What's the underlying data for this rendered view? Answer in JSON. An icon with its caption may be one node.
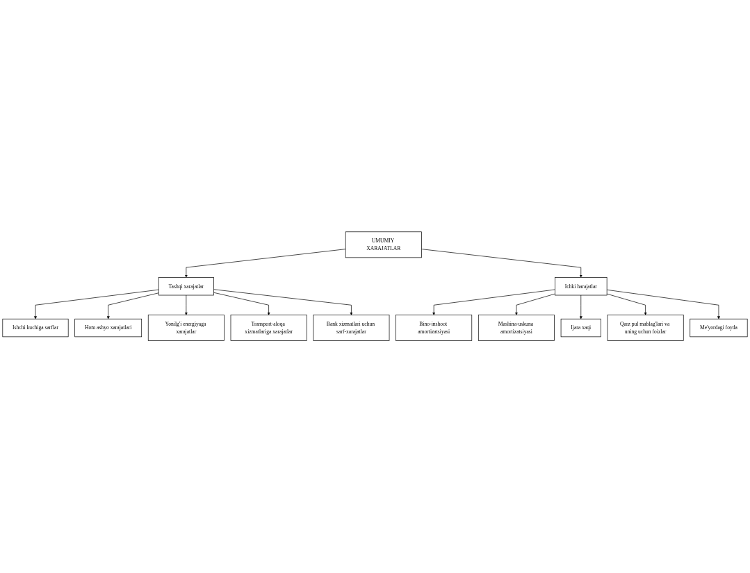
{
  "diagram": {
    "nodes": [
      {
        "text": [
          "UMUMIY XARAJATLAR"
        ]
      },
      {
        "text": [
          "Tashqi xarajatlar"
        ]
      },
      {
        "text": [
          "Ichki harajatlar"
        ]
      },
      {
        "text": [
          "Ishchi kuchiga sarflar"
        ]
      },
      {
        "text": [
          "Hom ashyo xarajatlari"
        ]
      },
      {
        "text": [
          "Yonilg'i energiyaga xarajatlar"
        ]
      },
      {
        "text": [
          "Transport-aloqa xizmatlariga xarajatlar"
        ]
      },
      {
        "text": [
          "Bank xizmatlari uchun sarf-xarajatlar"
        ]
      },
      {
        "text": [
          "Bino-inshoot amortizatsiyasi"
        ]
      },
      {
        "text": [
          "Mashina-uskuna amortizatsiyasi"
        ]
      },
      {
        "text": [
          "Ijara xaqi"
        ]
      },
      {
        "text": [
          "Qarz pul mablag'lari va uning uchun foizlar"
        ]
      },
      {
        "text": [
          "Me'yordagi foyda"
        ]
      }
    ],
    "edges": [
      {
        "from": 0,
        "to": 1,
        "arrow": "to"
      },
      {
        "from": 0,
        "to": 2,
        "arrow": "to"
      },
      {
        "from": 1,
        "to": 3,
        "arrow": "to"
      },
      {
        "from": 1,
        "to": 4,
        "arrow": "to"
      },
      {
        "from": 1,
        "to": 5,
        "arrow": "to"
      },
      {
        "from": 1,
        "to": 6,
        "arrow": "to"
      },
      {
        "from": 1,
        "to": 7,
        "arrow": "to"
      },
      {
        "from": 2,
        "to": 8,
        "arrow": "to"
      },
      {
        "from": 2,
        "to": 9,
        "arrow": "to"
      },
      {
        "from": 2,
        "to": 10,
        "arrow": "to"
      },
      {
        "from": 2,
        "to": 11,
        "arrow": "to"
      },
      {
        "from": 2,
        "to": 12,
        "arrow": "to"
      }
    ]
  }
}
